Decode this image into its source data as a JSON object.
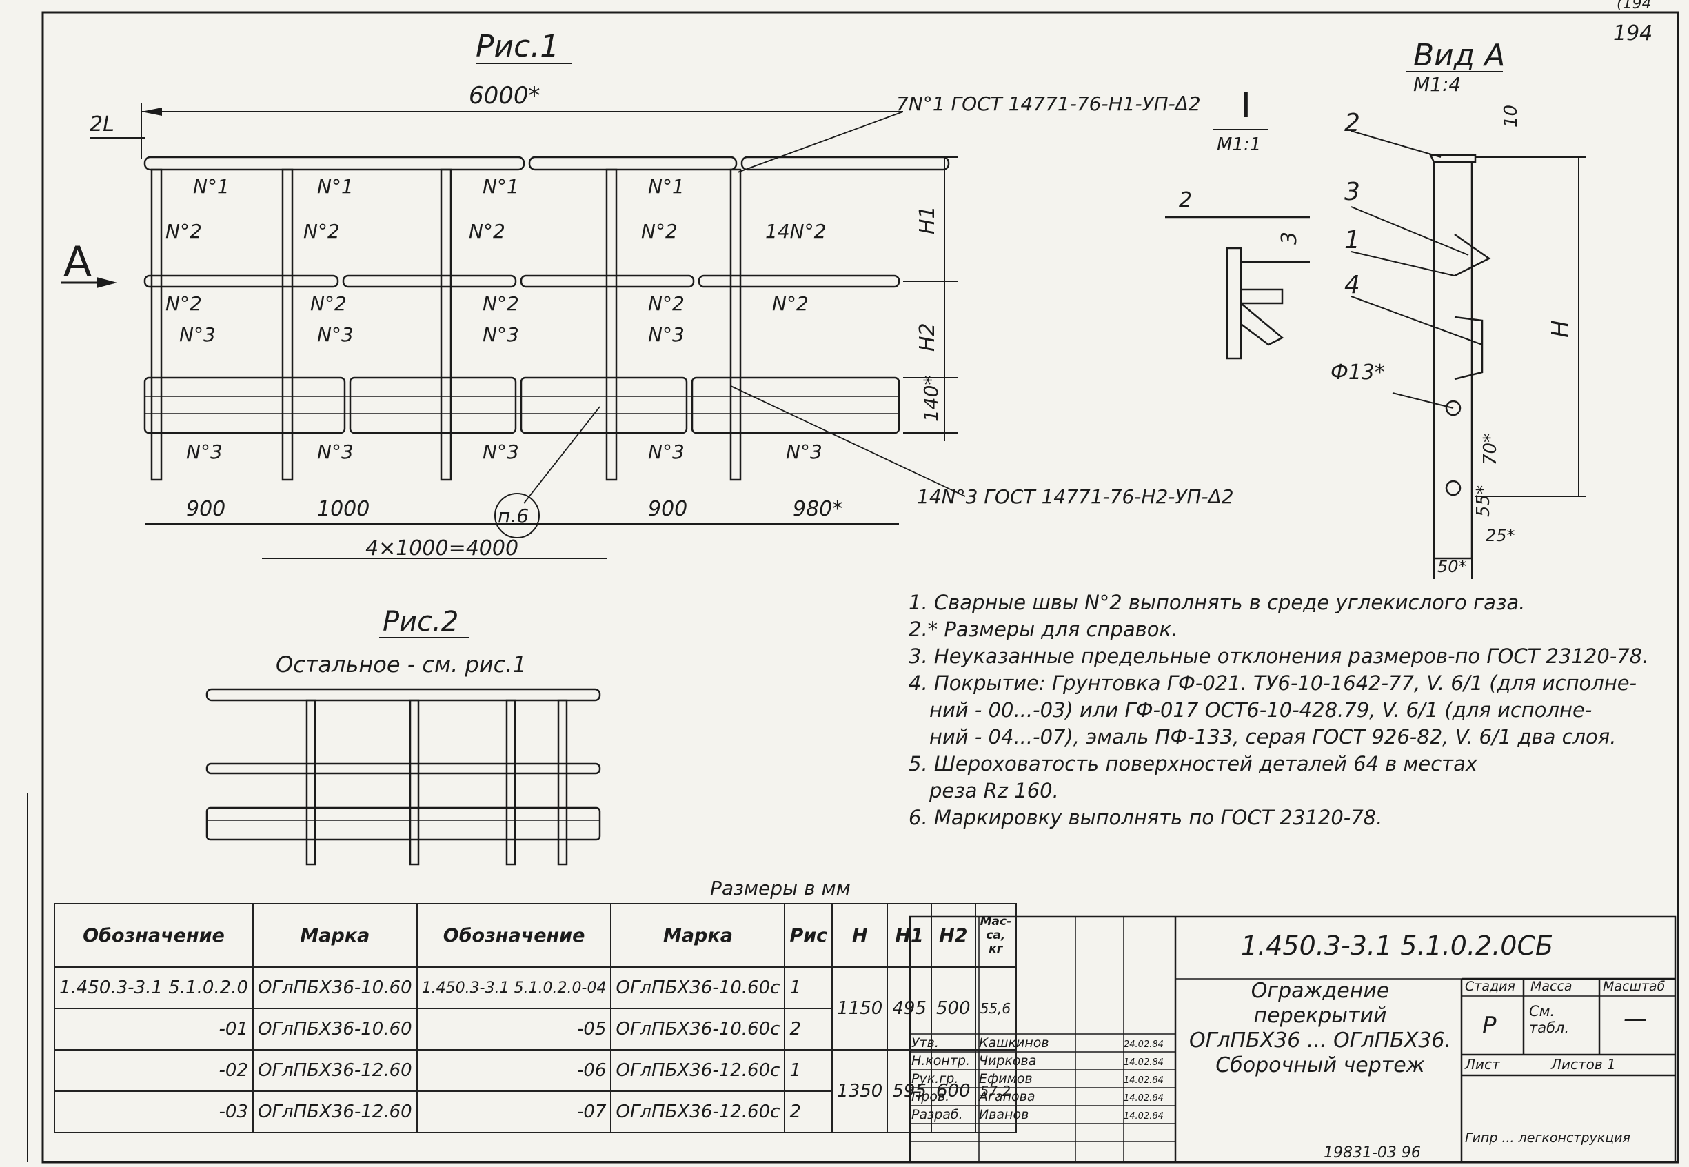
{
  "sheet": {
    "page_corner": "194",
    "page_corner_top": "(194"
  },
  "fig1": {
    "title": "Рис.1",
    "arrow_label": "А",
    "dim_total": "6000*",
    "dim_left": "2L",
    "dim_h1": "H1",
    "dim_h2": "H2",
    "dim_140": "140*",
    "bottom_dims": [
      "900",
      "1000",
      "900",
      "980*"
    ],
    "bottom_total": "4×1000=4000",
    "callout": "п.6",
    "weld_top_label": "7N°1 ГОСТ 14771-76-Н1-УП-Δ2",
    "weld_bottom_label": "14N°3 ГОСТ 14771-76-Н2-УП-Δ2",
    "weld_mid_label": "14N°2",
    "labels_row1": [
      "N°1",
      "N°1",
      "N°1",
      "N°1"
    ],
    "labels_row2": [
      "N°2",
      "N°2",
      "N°2",
      "N°2"
    ],
    "labels_row3": [
      "N°2",
      "N°2",
      "N°2",
      "N°2",
      "N°2"
    ],
    "labels_row4": [
      "N°3",
      "N°3",
      "N°3",
      "N°3"
    ],
    "labels_row5": [
      "N°3",
      "N°3",
      "N°3",
      "N°3",
      "N°3"
    ]
  },
  "section": {
    "title": "I",
    "scale": "M1:1",
    "dim_a": "2",
    "dim_b": "3"
  },
  "view_a": {
    "title": "Вид А",
    "scale": "M1:4",
    "items": [
      "2",
      "3",
      "1",
      "4"
    ],
    "dim_10": "10",
    "dim_h": "H",
    "dia": "Ф13*",
    "dim_70": "70*",
    "dim_55": "55*",
    "dim_25": "25*",
    "dim_50": "50*"
  },
  "fig2": {
    "title": "Рис.2",
    "subtitle": "Остальное - см. рис.1"
  },
  "notes": [
    "1. Сварные швы N°2 выполнять в среде углекислого газа.",
    "2.* Размеры для справок.",
    "3. Неуказанные предельные отклонения размеров-по ГОСТ 23120-78.",
    "4. Покрытие: Грунтовка ГФ-021. ТУ6-10-1642-77, V. 6/1 (для исполне-",
    "ний - 00...-03) или ГФ-017 ОСТ6-10-428.79, V. 6/1 (для исполне-",
    "ний - 04...-07), эмаль ПФ-133, серая ГОСТ 926-82, V. 6/1 два слоя.",
    "5. Шероховатость поверхностей деталей 64 в местах",
    "реза Rz 160.",
    "6. Маркировку выполнять по ГОСТ 23120-78."
  ],
  "table": {
    "caption": "Размеры в мм",
    "headers": [
      "Обозначение",
      "Марка",
      "Обозначение",
      "Марка",
      "Рис",
      "H",
      "H1",
      "H2",
      "Мас-са, кг"
    ],
    "rows": [
      [
        "1.450.3-3.1 5.1.0.2.0",
        "ОГлПБХ36-10.60",
        "1.450.3-3.1 5.1.0.2.0-04",
        "ОГлПБХ36-10.60с",
        "1",
        "1150",
        "495",
        "500",
        "55,6"
      ],
      [
        "-01",
        "ОГлПБХ36-10.60",
        "-05",
        "ОГлПБХ36-10.60с",
        "2",
        "",
        "",
        "",
        ""
      ],
      [
        "-02",
        "ОГлПБХ36-12.60",
        "-06",
        "ОГлПБХ36-12.60с",
        "1",
        "1350",
        "595",
        "600",
        "57,2"
      ],
      [
        "-03",
        "ОГлПБХ36-12.60",
        "-07",
        "ОГлПБХ36-12.60с",
        "2",
        "",
        "",
        "",
        ""
      ]
    ]
  },
  "title_block": {
    "code": "1.450.3-3.1 5.1.0.2.0СБ",
    "name_lines": [
      "Ограждение",
      "перекрытий",
      "ОГлПБХ36 ... ОГлПБХ36.",
      "Сборочный чертеж"
    ],
    "stage_hdr": "Стадия",
    "mass_hdr": "Масса",
    "scale_hdr": "Масштаб",
    "stage": "Р",
    "mass": "См. табл.",
    "scale": "—",
    "sheet_hdr": "Лист",
    "sheets_hdr": "Листов 1",
    "org": "Гипр ... легконструкция",
    "signers": [
      {
        "role": "Утв.",
        "name": "Кашкинов",
        "date": "24.02.84"
      },
      {
        "role": "Н.контр.",
        "name": "Чиркова",
        "date": "14.02.84"
      },
      {
        "role": "Рук.гр.",
        "name": "Ефимов",
        "date": "14.02.84"
      },
      {
        "role": "Пров.",
        "name": "Агапова",
        "date": "14.02.84"
      },
      {
        "role": "Разраб.",
        "name": "Иванов",
        "date": "14.02.84"
      }
    ],
    "bottom_stamp": "19831-03 96"
  }
}
